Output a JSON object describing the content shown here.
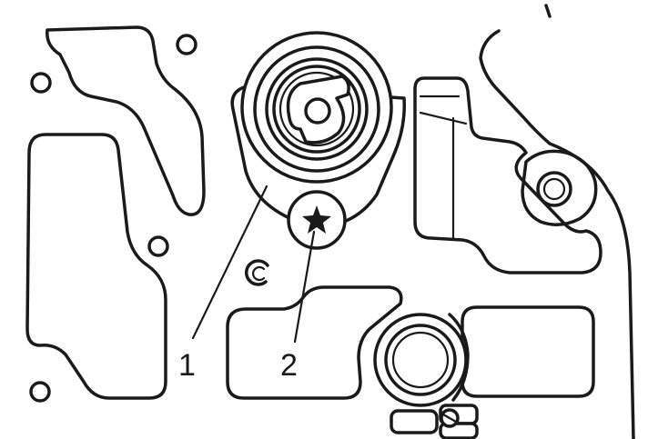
{
  "callouts": [
    {
      "id": "1",
      "label": "1"
    },
    {
      "id": "2",
      "label": "2"
    }
  ],
  "colors": {
    "ink": "#1a1a1a",
    "paper": "#ffffff"
  }
}
